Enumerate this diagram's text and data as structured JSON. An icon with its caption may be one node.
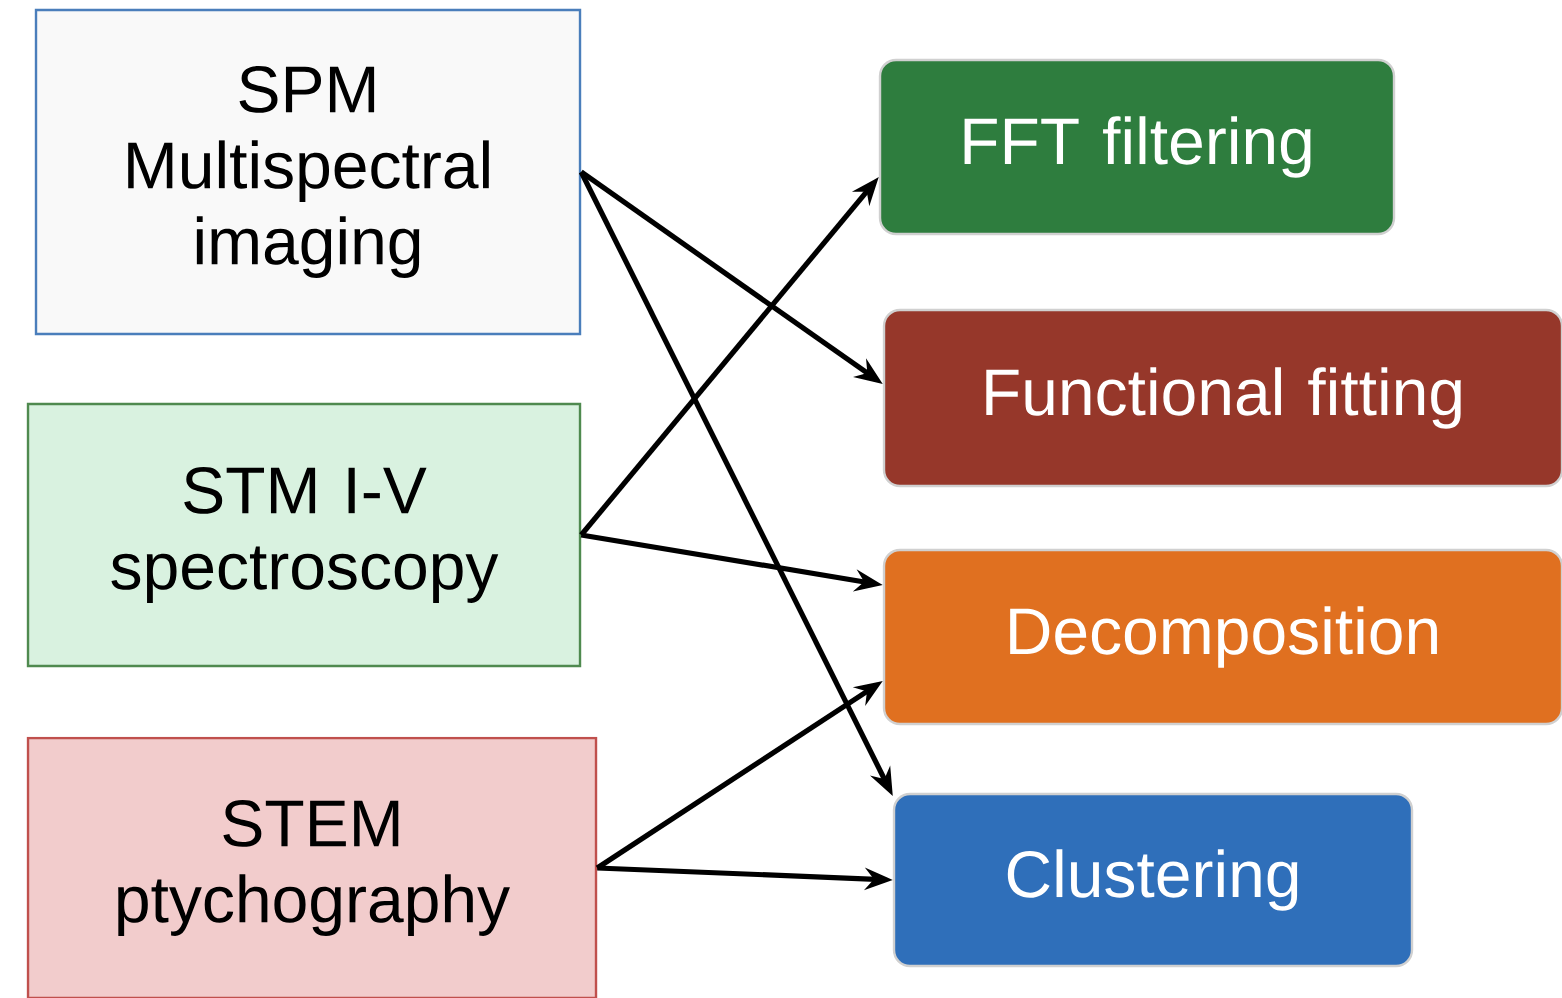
{
  "diagram": {
    "nodes": [
      {
        "text": [
          "SPM Multispectral imaging"
        ]
      },
      {
        "text": [
          "STM I-V spectroscopy"
        ]
      },
      {
        "text": [
          "STEM ptychography"
        ]
      },
      {
        "text": [
          "FFT filtering"
        ]
      },
      {
        "text": [
          "Functional fitting"
        ]
      },
      {
        "text": [
          "Decomposition"
        ]
      },
      {
        "text": [
          "Clustering"
        ]
      }
    ],
    "edges": [
      {
        "from": 0,
        "to": 4,
        "arrow": "to"
      },
      {
        "from": 0,
        "to": 6,
        "arrow": "to"
      },
      {
        "from": 1,
        "to": 3,
        "arrow": "to"
      },
      {
        "from": 1,
        "to": 5,
        "arrow": "to"
      },
      {
        "from": 2,
        "to": 5,
        "arrow": "to"
      },
      {
        "from": 2,
        "to": 6,
        "arrow": "to"
      }
    ]
  }
}
